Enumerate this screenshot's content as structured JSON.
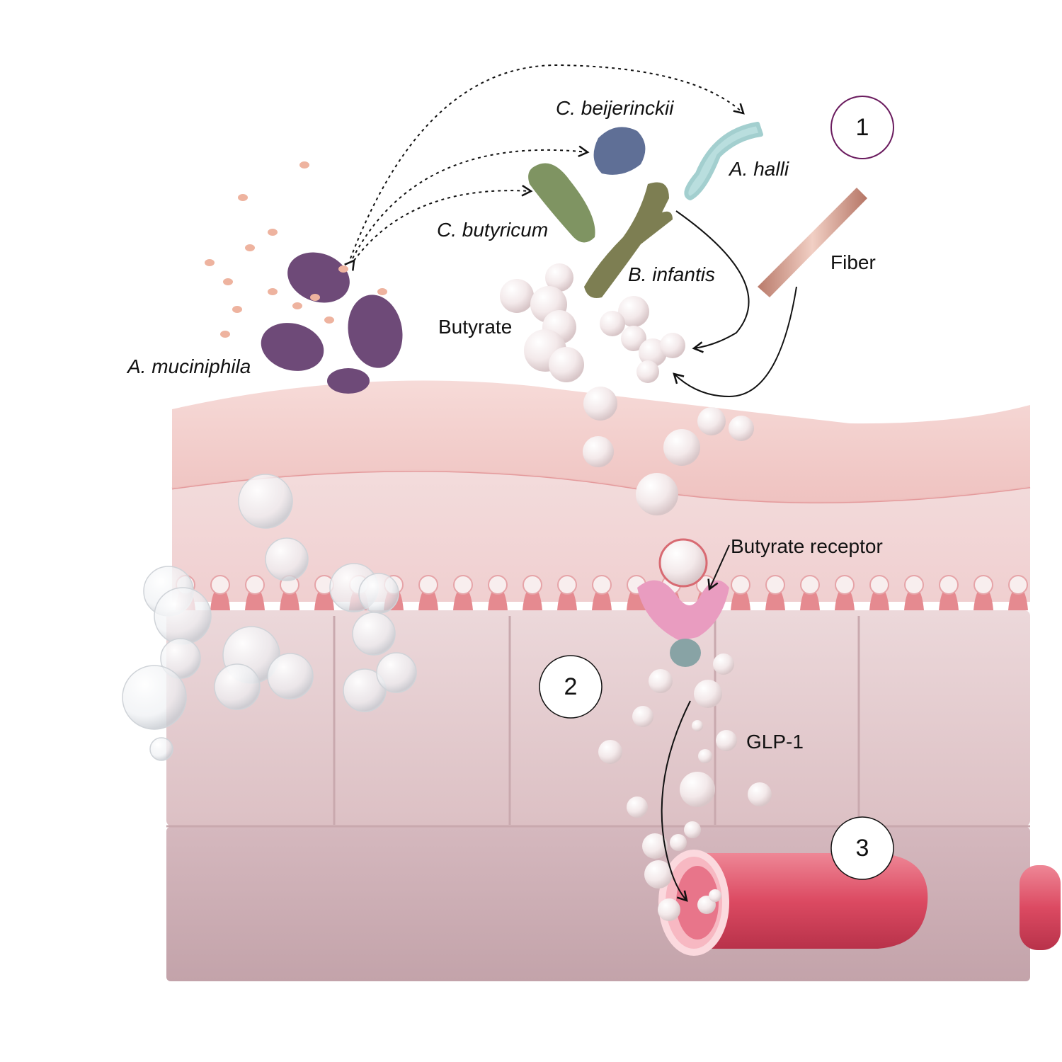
{
  "labels": {
    "c_beijerinckii": "C. beijerinckii",
    "a_halli": "A. halli",
    "c_butyricum": "C. butyricum",
    "b_infantis": "B. infantis",
    "butyrate": "Butyrate",
    "a_muciniphila": "A. muciniphila",
    "fiber": "Fiber",
    "butyrate_receptor": "Butyrate receptor",
    "glp1": "GLP-1"
  },
  "steps": [
    "1",
    "2",
    "3"
  ],
  "colors": {
    "step1_ring": "#6a1b5e",
    "mucus": "#f2cfcc",
    "lamina": "#f1d6d6",
    "cell": "#e6cdd0",
    "submucosa": "#c9aab1",
    "vessel": "#d9465e",
    "receptor": "#e99cc0",
    "a_muciniphila": "#6e4a78",
    "c_beijerinckii": "#5f6f96",
    "c_butyricum": "#7f9462",
    "b_infantis": "#7d7e52",
    "a_halli": "#b9dede",
    "fiber": "#d7a493"
  }
}
